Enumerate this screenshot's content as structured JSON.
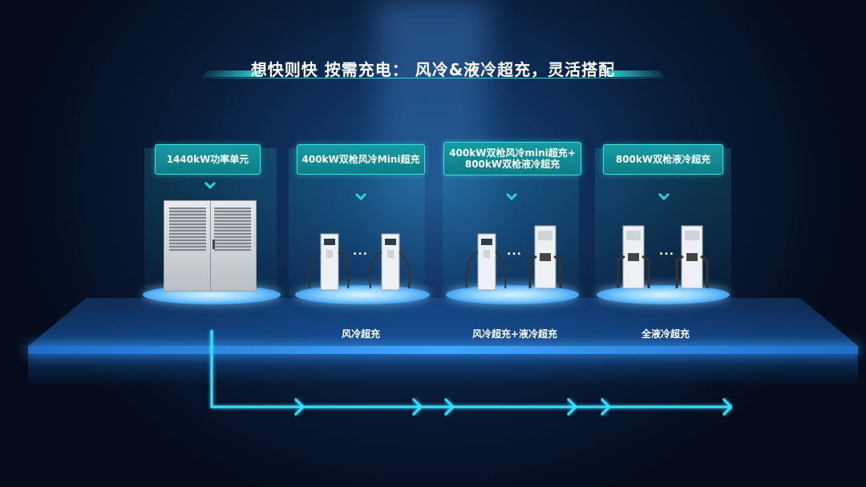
{
  "title": "想快则快 按需充电： 风冷&液冷超充，灵活搭配",
  "columns": [
    {
      "label": "1440kW功率单元",
      "caption": ""
    },
    {
      "label": "400kW双枪风冷Mini超充",
      "caption": "风冷超充"
    },
    {
      "label_line1": "400kW双枪风冷mini超充+",
      "label_line2": "800kW双枪液冷超充",
      "caption": "风冷超充+液冷超充"
    },
    {
      "label": "800kW双枪液冷超充",
      "caption": "全液冷超充"
    }
  ],
  "ellipsis": "...",
  "colors": {
    "accent": "#2bd4d8",
    "platform": "#41a6ff",
    "flow_line": "#38e0ff"
  }
}
